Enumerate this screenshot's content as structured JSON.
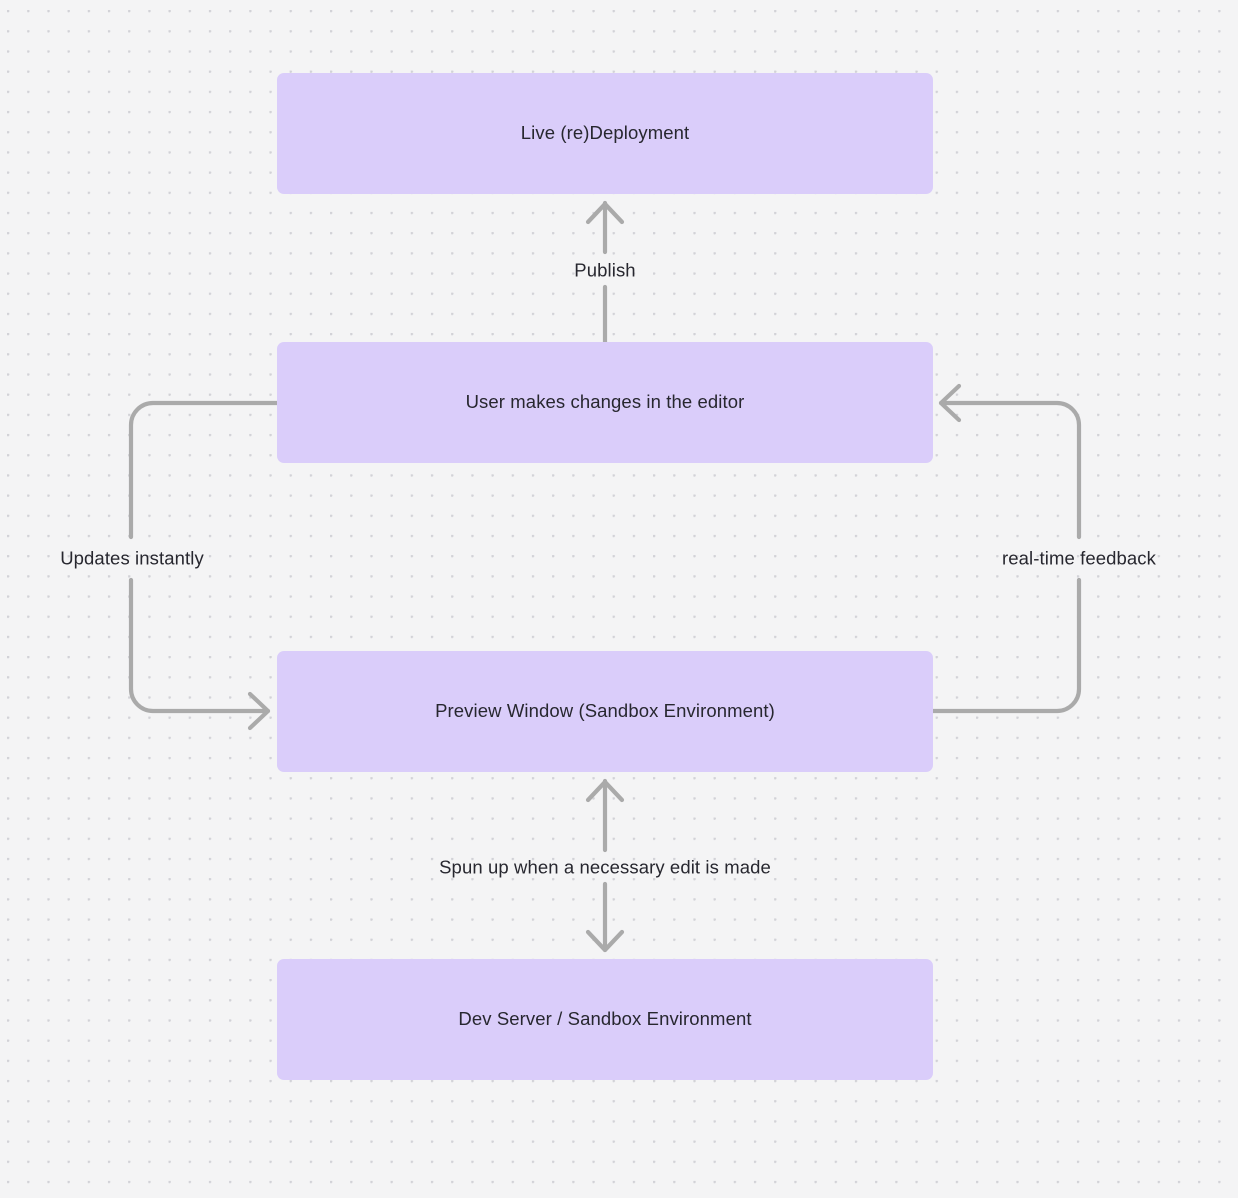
{
  "diagram": {
    "title": "Live redeployment and preview sandbox flow",
    "background_color": "#f4f4f5",
    "dot_color": "#d2d2d7",
    "node_fill": "#dacdfa",
    "node_text_color": "#27272f",
    "edge_color": "#aaaaaa",
    "nodes": [
      {
        "id": "live-deployment",
        "label": "Live (re)Deployment"
      },
      {
        "id": "user-edits",
        "label": "User makes changes in the editor"
      },
      {
        "id": "preview-window",
        "label": "Preview Window (Sandbox Environment)"
      },
      {
        "id": "dev-server",
        "label": "Dev Server / Sandbox Environment"
      }
    ],
    "edges": [
      {
        "id": "publish",
        "label": "Publish",
        "from": "user-edits",
        "to": "live-deployment",
        "direction": "up"
      },
      {
        "id": "updates-instantly",
        "label": "Updates instantly",
        "from": "user-edits",
        "to": "preview-window",
        "direction": "left-loop"
      },
      {
        "id": "real-time-feedback",
        "label": "real-time feedback",
        "from": "preview-window",
        "to": "user-edits",
        "direction": "right-loop"
      },
      {
        "id": "spun-up",
        "label": "Spun up when a necessary edit is made",
        "from": "preview-window",
        "to": "dev-server",
        "direction": "bidirectional"
      }
    ]
  }
}
